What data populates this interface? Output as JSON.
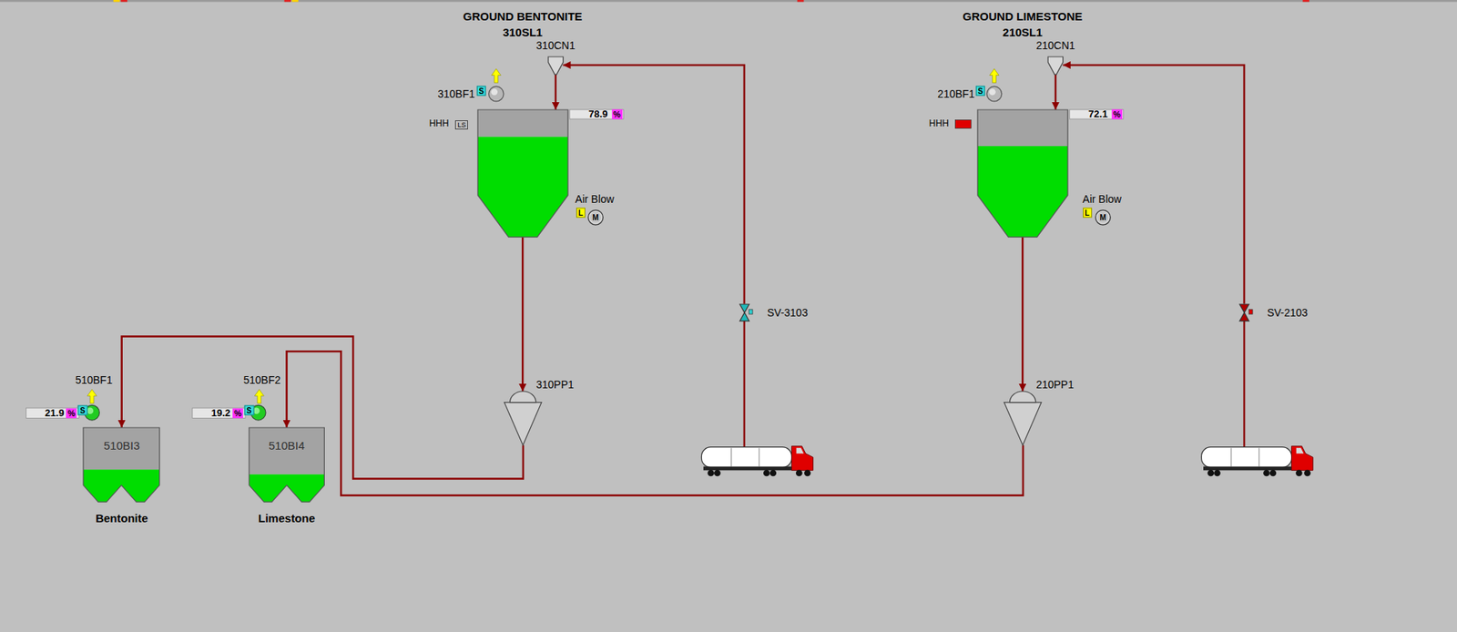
{
  "diagram": {
    "nodes": [
      {
        "text": [
          "GROUND BENTONITE",
          "310SL1"
        ]
      },
      {
        "text": [
          "310CN1"
        ]
      },
      {
        "text": [
          "SV-3103"
        ]
      },
      {
        "text": [
          "310PP1"
        ]
      },
      {
        "text": [
          "510BI3",
          "Bentonite"
        ]
      },
      {
        "text": [
          "GROUND LIMESTONE",
          "210SL1"
        ]
      },
      {
        "text": [
          "210CN1"
        ]
      },
      {
        "text": [
          "SV-2103"
        ]
      },
      {
        "text": [
          "210PP1"
        ]
      },
      {
        "text": [
          "510BI4",
          "Limestone"
        ]
      }
    ],
    "edges": [
      {
        "from": 1,
        "to": 0,
        "arrow": "to"
      },
      {
        "from": 2,
        "to": 1,
        "arrow": "to"
      },
      {
        "from": 0,
        "to": 3,
        "arrow": "to"
      },
      {
        "from": 3,
        "to": 4,
        "arrow": "to"
      },
      {
        "from": 6,
        "to": 5,
        "arrow": "to"
      },
      {
        "from": 7,
        "to": 6,
        "arrow": "to"
      },
      {
        "from": 5,
        "to": 8,
        "arrow": "to"
      },
      {
        "from": 8,
        "to": 9,
        "arrow": "to"
      }
    ],
    "labels": [
      "310BF1",
      "S",
      "HHH",
      "LS",
      "78.9",
      "%",
      "Air Blow",
      "L",
      "M",
      "210BF1",
      "S",
      "HHH",
      "72.1",
      "%",
      "Air Blow",
      "L",
      "M",
      "510BF1",
      "S",
      "21.9",
      "%",
      "510BF2",
      "S",
      "19.2",
      "%"
    ]
  }
}
